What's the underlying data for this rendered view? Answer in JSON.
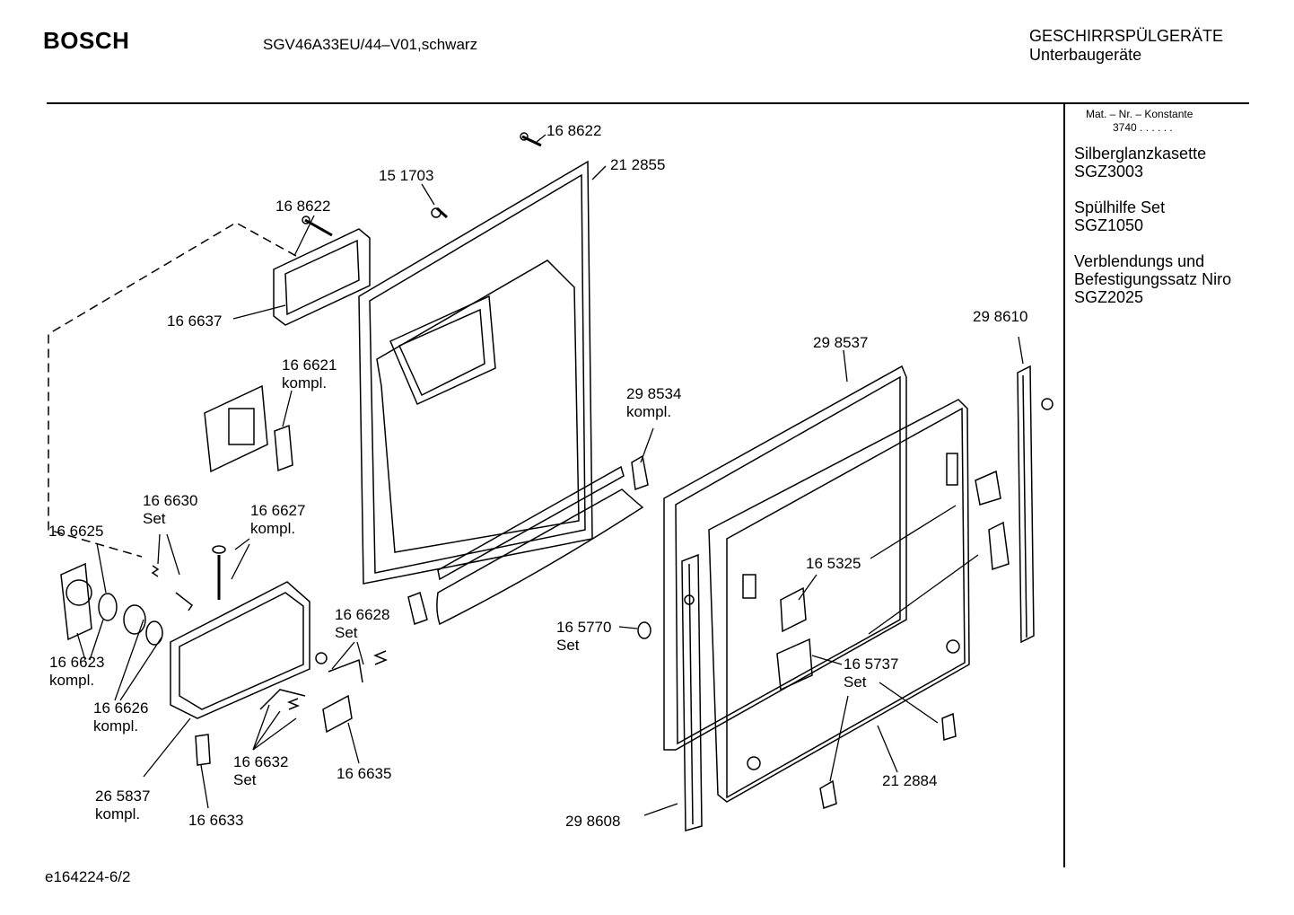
{
  "header": {
    "brand": "BOSCH",
    "model": "SGV46A33EU/44–V01,schwarz",
    "category_line1": "GESCHIRRSPÜLGERÄTE",
    "category_line2": "Unterbaugeräte"
  },
  "sidebar": {
    "mat_line1": "Mat. – Nr. – Konstante",
    "mat_line2": "3740 . . . . . .",
    "accessories": [
      {
        "line1": "Silberglanzkasette",
        "line2": "SGZ3003"
      },
      {
        "line1": "Spülhilfe Set",
        "line2": "SGZ1050"
      },
      {
        "line1": "Verblendungs und",
        "line2": "Befestigungssatz Niro",
        "line3": "SGZ2025"
      }
    ]
  },
  "parts": [
    {
      "number": "16 8622"
    },
    {
      "number": "21 2855"
    },
    {
      "number": "15 1703"
    },
    {
      "number": "16 8622"
    },
    {
      "number": "16 6637"
    },
    {
      "number": "16 6621",
      "note": "kompl."
    },
    {
      "number": "29 8610"
    },
    {
      "number": "29 8537"
    },
    {
      "number": "29 8534",
      "note": "kompl."
    },
    {
      "number": "16 6630",
      "note": "Set"
    },
    {
      "number": "16 6627",
      "note": "kompl."
    },
    {
      "number": "16 6625"
    },
    {
      "number": "16 5325"
    },
    {
      "number": "16 6628",
      "note": "Set"
    },
    {
      "number": "16 5770",
      "note": "Set"
    },
    {
      "number": "16 6623",
      "note": "kompl."
    },
    {
      "number": "16 5737",
      "note": "Set"
    },
    {
      "number": "16 6626",
      "note": "kompl."
    },
    {
      "number": "16 6632",
      "note": "Set"
    },
    {
      "number": "16 6635"
    },
    {
      "number": "21 2884"
    },
    {
      "number": "26 5837",
      "note": "kompl."
    },
    {
      "number": "16 6633"
    },
    {
      "number": "29 8608"
    }
  ],
  "footer": {
    "code": "e164224-6/2"
  }
}
